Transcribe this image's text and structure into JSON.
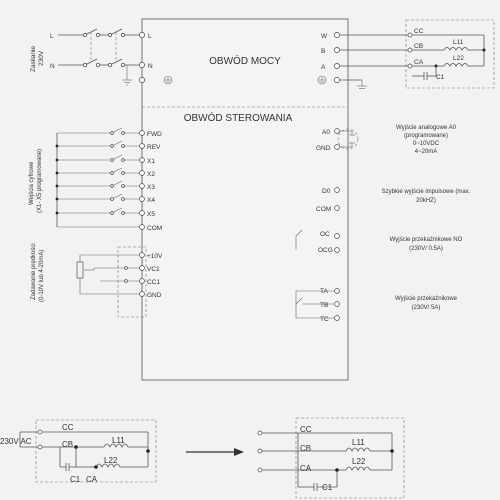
{
  "inverter": {
    "power_title": "OBWÓD MOCY",
    "control_title": "OBWÓD STEROWANIA"
  },
  "power": {
    "supply_label": "Zasilanie 230V",
    "supply_line_a": "Zasilanie",
    "supply_line_b": "230V",
    "input_terminals": [
      "L",
      "N"
    ],
    "output_terminals": [
      "W",
      "B",
      "A"
    ],
    "motor_terminals": [
      "CC",
      "CB",
      "CA"
    ],
    "coil_1": "L11",
    "coil_2": "L22",
    "capacitor": "C1"
  },
  "digital_inputs": {
    "group_label_line_a": "Wejścia cyfrowe",
    "group_label_line_b": "(X1- X5 programowane)",
    "terminals": [
      "FWD",
      "REV",
      "X1",
      "X2",
      "X3",
      "X4",
      "X5",
      "COM"
    ]
  },
  "speed_setting": {
    "group_label_line_a": "Zadawanie prędkości",
    "group_label_line_b": "(0-10V lub 4-20mA)",
    "terminals": [
      "+10V",
      "VC1",
      "CC1",
      "GND"
    ]
  },
  "outputs": {
    "analog": {
      "terminals": [
        "A0",
        "GND"
      ],
      "desc_line_1": "Wyjście analogowe A0",
      "desc_line_2": "(programowane)",
      "desc_line_3": "0~10VDC",
      "desc_line_4": "4~20mA"
    },
    "pulse": {
      "terminals": [
        "D0",
        "COM"
      ],
      "desc_line_1": "Szybkie wyjście impulsowe (max.",
      "desc_line_2": "20kHZ)"
    },
    "relay_no": {
      "terminals": [
        "OC",
        "OCG"
      ],
      "desc_line_1": "Wyjście przekaźnikowe NO",
      "desc_line_2": "(230V/ 0.5A)"
    },
    "relay": {
      "terminals": [
        "TA",
        "TB",
        "TC"
      ],
      "desc_line_1": "Wyjście przekaźnikowe",
      "desc_line_2": "(230V/ 5A)"
    }
  },
  "bottom_left": {
    "supply_label": "230V AC",
    "terminals": [
      "CC",
      "CB"
    ],
    "coil_1": "L11",
    "coil_2": "L22",
    "capacitor": "C1",
    "ca_label": "CA"
  },
  "bottom_right": {
    "terminals": [
      "CC",
      "CB",
      "CA"
    ],
    "coil_1": "L11",
    "coil_2": "L22",
    "capacitor": "C1"
  }
}
